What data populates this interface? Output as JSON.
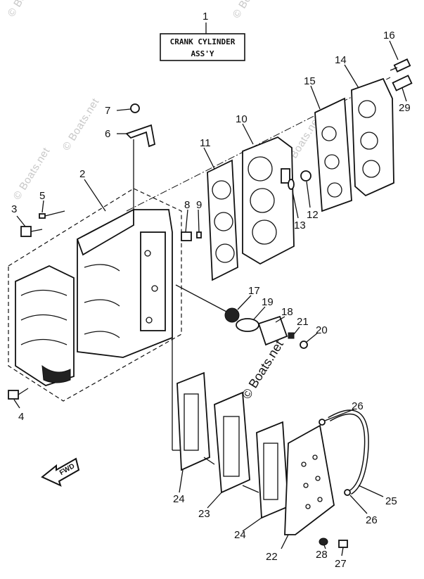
{
  "title_box": {
    "line1": "CRANK CYLINDER",
    "line2": "ASS'Y"
  },
  "fwd_label": "FWD",
  "watermarks": {
    "main": "© Boats.net",
    "faint": "© Boats.net"
  },
  "callouts": {
    "c1": "1",
    "c2": "2",
    "c3": "3",
    "c4": "4",
    "c5": "5",
    "c6": "6",
    "c7": "7",
    "c8": "8",
    "c9": "9",
    "c10": "10",
    "c11": "11",
    "c12": "12",
    "c13": "13",
    "c14": "14",
    "c15": "15",
    "c16": "16",
    "c17": "17",
    "c18": "18",
    "c19": "19",
    "c20": "20",
    "c21": "21",
    "c22": "22",
    "c23": "23",
    "c24a": "24",
    "c24b": "24",
    "c25": "25",
    "c26a": "26",
    "c26b": "26",
    "c27": "27",
    "c28": "28",
    "c29": "29"
  },
  "colors": {
    "ink": "#111111",
    "watermark": "#c8c8c8",
    "background": "#ffffff"
  }
}
